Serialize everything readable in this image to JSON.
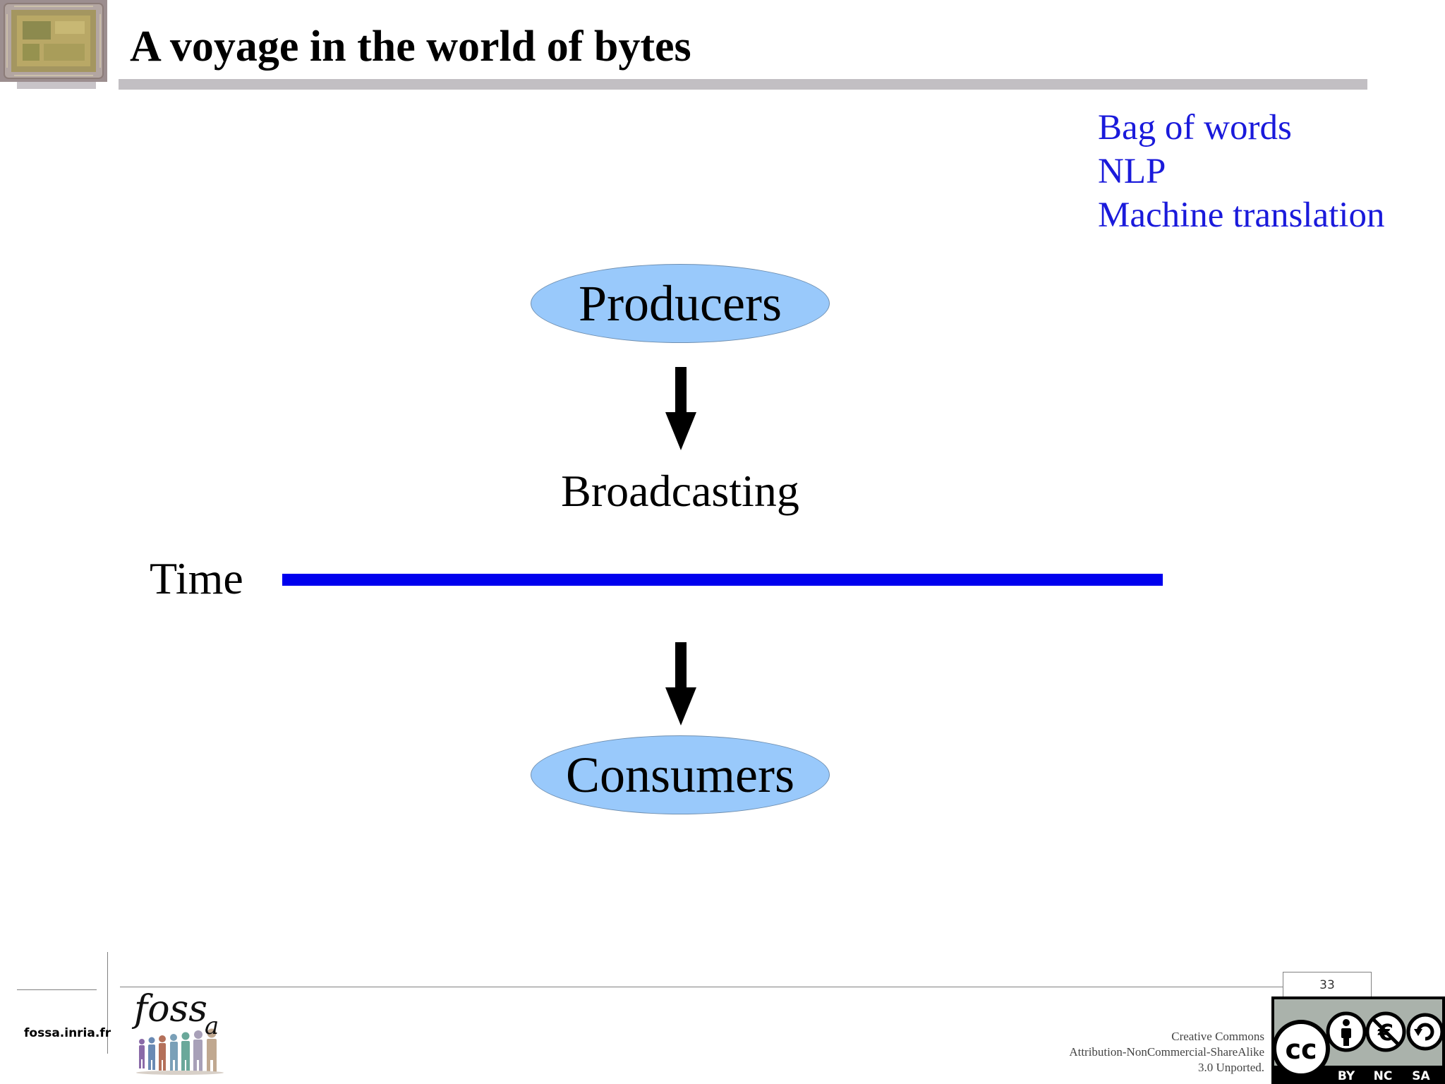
{
  "header": {
    "title": "A voyage in the world of bytes"
  },
  "keywords": [
    "Bag of words",
    "NLP",
    "Machine translation"
  ],
  "diagram": {
    "producers": "Producers",
    "broadcasting": "Broadcasting",
    "time": "Time",
    "consumers": "Consumers"
  },
  "footer": {
    "page_number": "33",
    "site": "fossa.inria.fr",
    "logo_main": "foss",
    "logo_sub": "a",
    "license_line1": "Creative Commons",
    "license_line2": "Attribution-NonCommercial-ShareAlike",
    "license_line3": "3.0 Unported.",
    "cc_labels": [
      "BY",
      "NC",
      "SA"
    ]
  },
  "colors": {
    "ellipse_fill": "#99c9fb",
    "timeline": "#0000ee",
    "keywords": "#1a1adb",
    "title_rule": "#c2bfc3"
  },
  "icons": [
    "chip-icon",
    "arrow-down-icon",
    "people-logo-icon",
    "cc-icon",
    "by-icon",
    "nc-icon",
    "sa-icon"
  ]
}
